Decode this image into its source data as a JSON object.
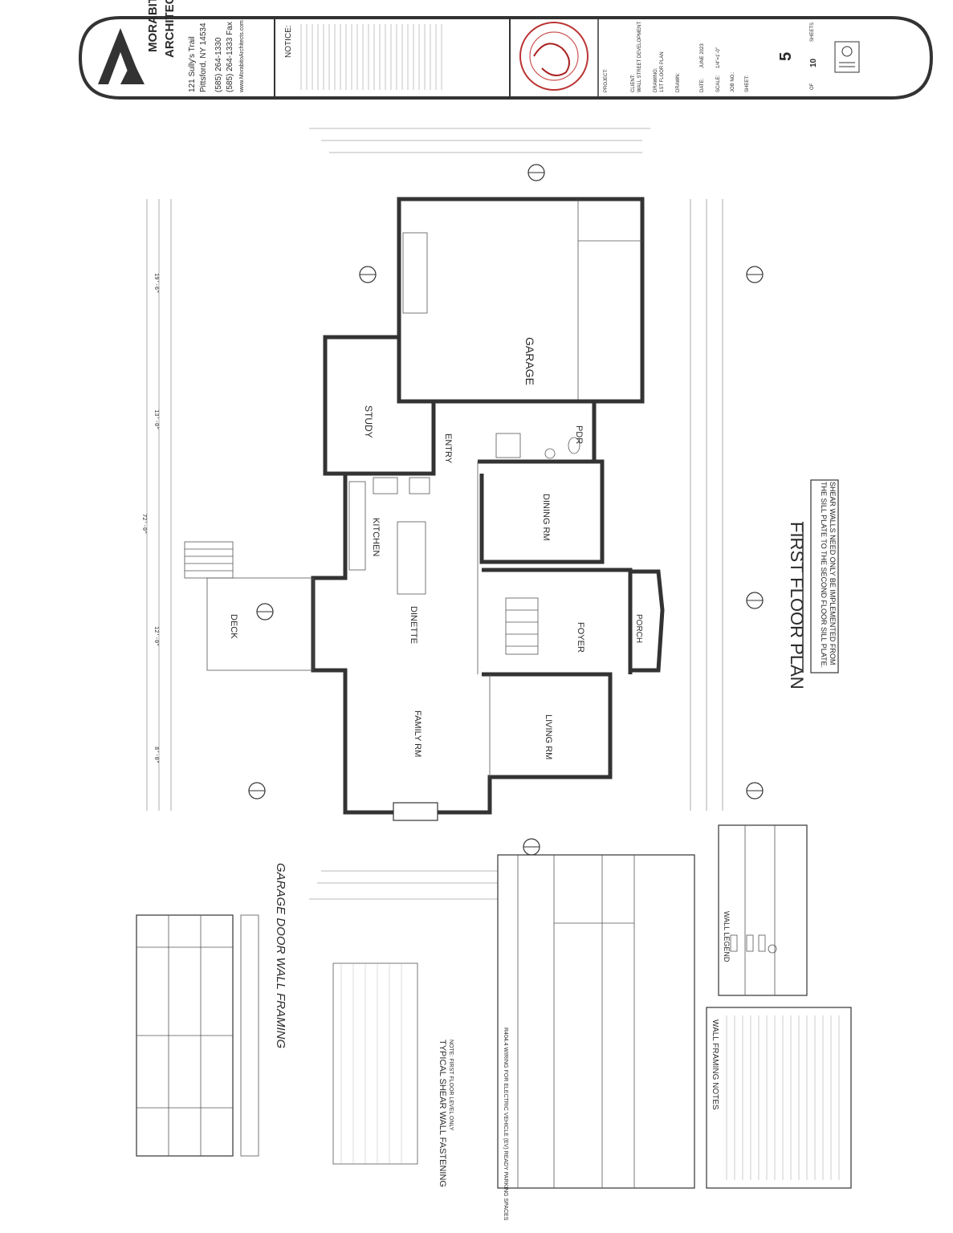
{
  "title_block": {
    "firm_name_1": "MORABITO",
    "firm_name_2": "ARCHITECTS",
    "address_1": "121 Sully's Trail",
    "address_2": "Pittsford, NY 14534",
    "phone": "(585) 264-1330",
    "fax": "(585) 264-1333 Fax",
    "website": "www.MorabitoArchitects.com",
    "notice_heading": "NOTICE:",
    "project_label": "PROJECT:",
    "client_label": "CLIENT:",
    "client_value": "WALL STREET DEVELOPMENT",
    "drawing_label": "DRAWING:",
    "drawing_value": "1ST FLOOR PLAN",
    "drawn_label": "DRAWN:",
    "date_label": "DATE:",
    "date_value": "JUNE 2023",
    "scale_label": "SCALE:",
    "scale_value": "1/4\"=1'-0\"",
    "job_label": "JOB NO.:",
    "sheet_label": "SHEET:",
    "sheet_number": "5",
    "of_label": "OF",
    "total_sheets": "10",
    "sheets_label": "SHEETS"
  },
  "rooms": {
    "garage": "GARAGE",
    "study": "STUDY",
    "entry": "ENTRY",
    "pdr": "PDR",
    "kitchen": "KITCHEN",
    "dining": "DINING RM",
    "dinette": "DINETTE",
    "foyer": "FOYER",
    "porch": "PORCH",
    "family": "FAMILY RM",
    "living": "LIVING RM",
    "deck": "DECK"
  },
  "plan_title": {
    "title": "FIRST FLOOR PLAN",
    "note": "SHEAR WALLS NEED ONLY BE IMPLEMENTED FROM THE SILL PLATE TO THE SECOND FLOOR SILL PLATE."
  },
  "details": {
    "garage_door_title": "GARAGE DOOR WALL FRAMING",
    "shear_wall_title": "TYPICAL SHEAR WALL FASTENING",
    "shear_wall_note": "NOTE: FIRST FLOOR LEVEL ONLY",
    "ev_title": "R404.4 WIRING FOR ELECTRIC VEHICLE (EV) READY PARKING SPACES",
    "wall_framing_notes_title": "WALL FRAMING NOTES",
    "wall_legend_title": "WALL LEGEND"
  },
  "dimensions": {
    "overall": "72'-0\"",
    "d1": "19'-6\"",
    "d2": "13'-0\"",
    "d3": "12'-0\"",
    "d4": "8'-0\""
  }
}
